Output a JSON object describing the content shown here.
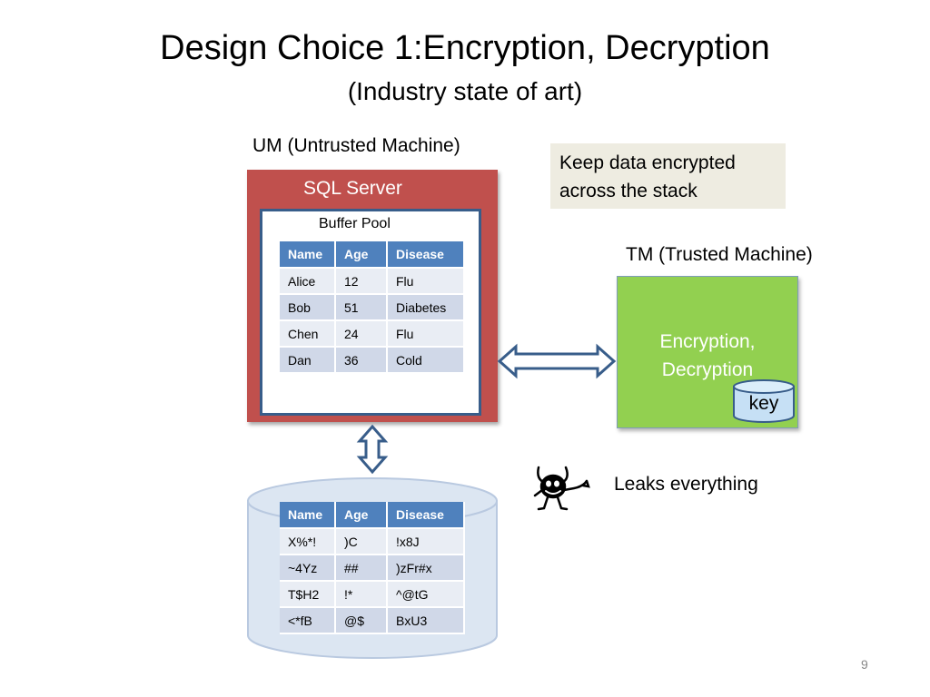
{
  "slide": {
    "title": "Design Choice 1:Encryption, Decryption",
    "subtitle": "(Industry state of art)",
    "page_number": "9"
  },
  "untrusted": {
    "label": "UM (Untrusted Machine)",
    "server_label": "SQL Server",
    "buffer_label": "Buffer Pool",
    "headers": [
      "Name",
      "Age",
      "Disease"
    ],
    "buffer_rows": [
      [
        "Alice",
        "12",
        "Flu"
      ],
      [
        "Bob",
        "51",
        "Diabetes"
      ],
      [
        "Chen",
        "24",
        "Flu"
      ],
      [
        "Dan",
        "36",
        "Cold"
      ]
    ],
    "disk_rows": [
      [
        "X%*!",
        ")C",
        "!x8J"
      ],
      [
        "~4Yz",
        "##",
        ")zFr#x"
      ],
      [
        "T$H2",
        "!*",
        "^@tG"
      ],
      [
        "<*fB",
        "@$",
        "BxU3"
      ]
    ]
  },
  "note": {
    "line1": "Keep data encrypted",
    "line2": "across the stack"
  },
  "trusted": {
    "label": "TM (Trusted Machine)",
    "line1": "Encryption,",
    "line2": "Decryption",
    "key_label": "key"
  },
  "adversary": {
    "label": "Leaks everything",
    "icon": "devil-icon"
  },
  "colors": {
    "server": "#c0504d",
    "table_header": "#4f81bd",
    "trusted": "#92d050",
    "disk": "#dce6f2",
    "note_bg": "#eeece1"
  }
}
